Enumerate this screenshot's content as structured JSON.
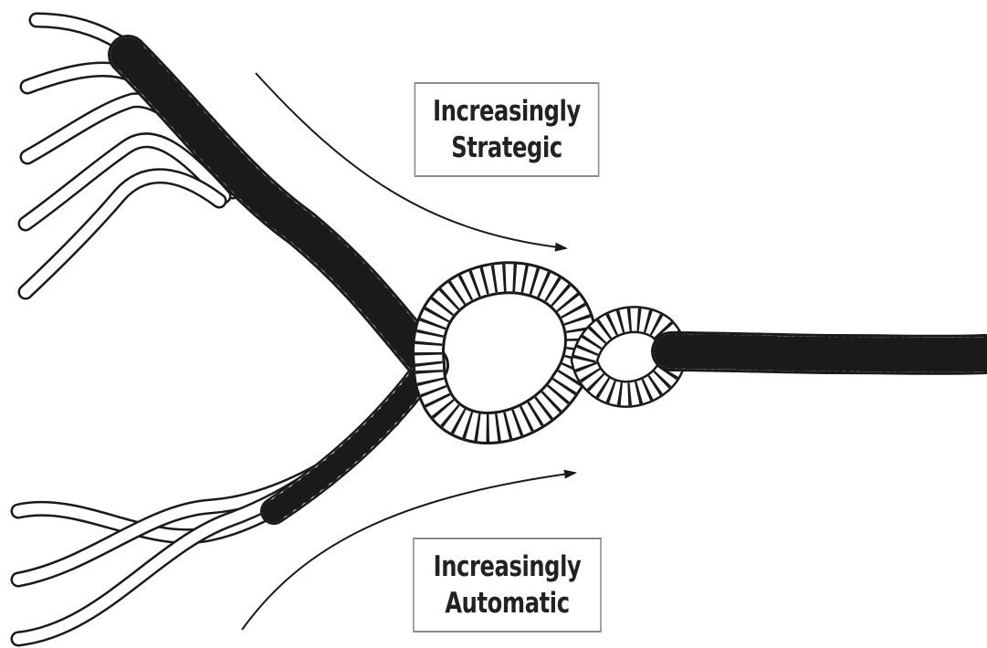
{
  "labels": {
    "strategic": {
      "line1": "Increasingly",
      "line2": "Strategic"
    },
    "automatic": {
      "line1": "Increasingly",
      "line2": "Automatic"
    }
  },
  "colors": {
    "ink": "#1a1a1a",
    "rope_fill": "#ffffff",
    "box_border": "#8a8a8a"
  }
}
